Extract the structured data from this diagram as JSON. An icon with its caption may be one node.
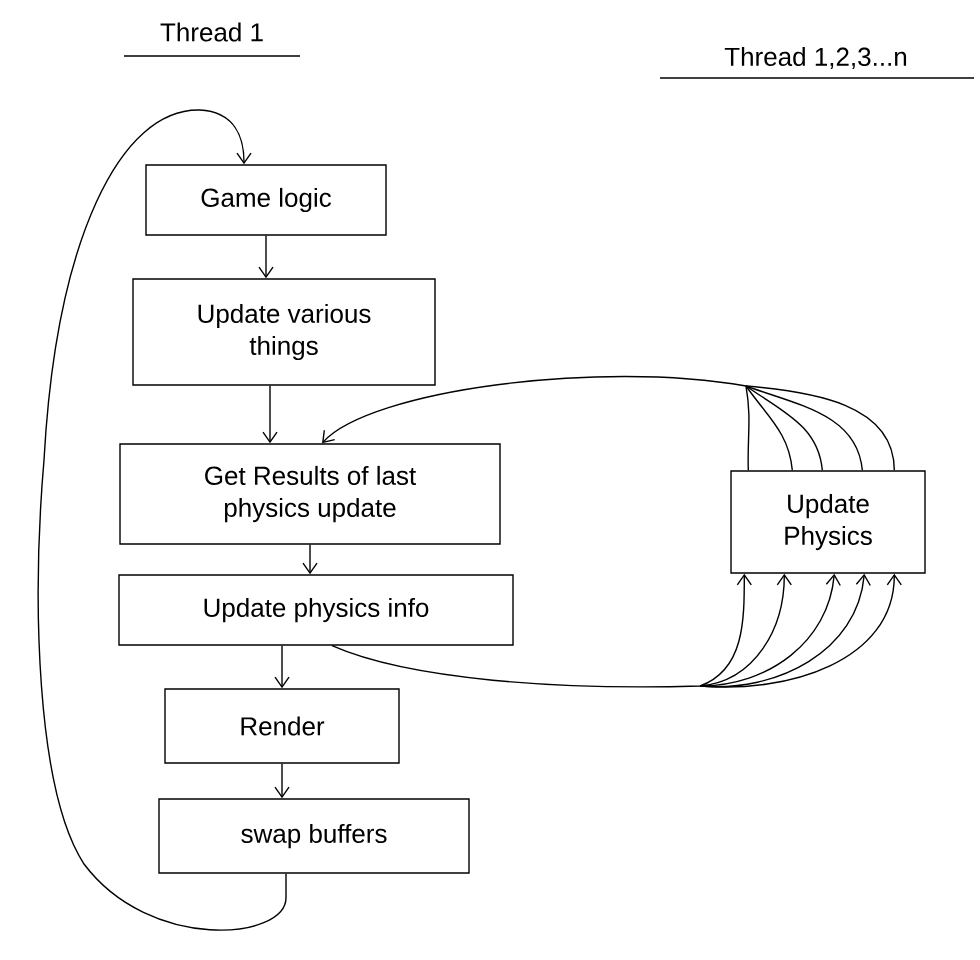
{
  "diagram": {
    "nodes": [
      {
        "text": [
          "Game logic"
        ]
      },
      {
        "text": [
          "Update various things"
        ]
      },
      {
        "text": [
          "Get Results of last physics update"
        ]
      },
      {
        "text": [
          "Update physics info"
        ]
      },
      {
        "text": [
          "Render"
        ]
      },
      {
        "text": [
          "swap buffers"
        ]
      },
      {
        "text": [
          "Update Physics"
        ]
      }
    ],
    "edges": [
      {
        "from": 0,
        "to": 1,
        "arrow": "to"
      },
      {
        "from": 1,
        "to": 2,
        "arrow": "to"
      },
      {
        "from": 2,
        "to": 3,
        "arrow": "to"
      },
      {
        "from": 3,
        "to": 4,
        "arrow": "to"
      },
      {
        "from": 4,
        "to": 5,
        "arrow": "to"
      },
      {
        "from": 5,
        "to": 0,
        "arrow": "to"
      },
      {
        "from": 3,
        "to": 6,
        "arrow": "to"
      },
      {
        "from": 6,
        "to": 2,
        "arrow": "to"
      }
    ],
    "labels": [
      "Thread 1",
      "Thread 1,2,3...n"
    ]
  }
}
